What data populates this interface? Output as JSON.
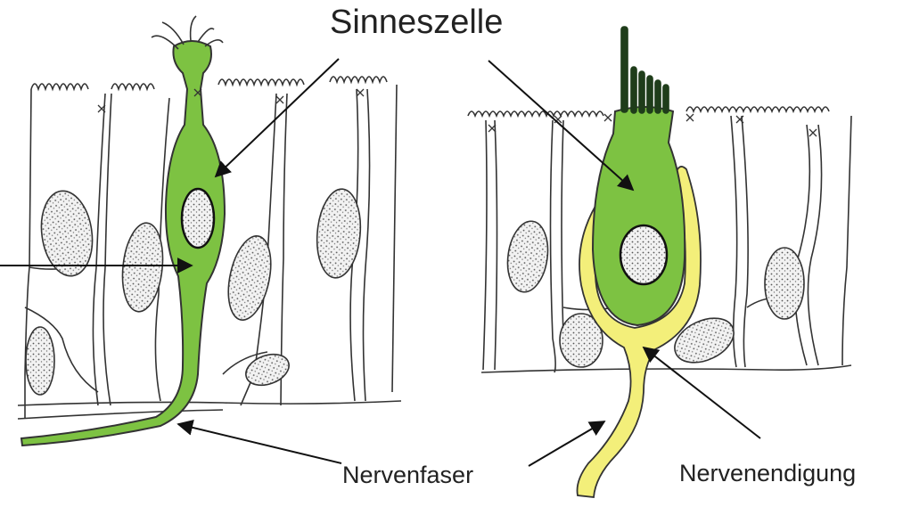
{
  "labels": {
    "sensory_cell": "Sinneszelle",
    "nerve_fiber": "Nervenfaser",
    "nerve_ending": "Nervenendigung"
  },
  "colors": {
    "sensory_cell_fill": "#7dc242",
    "nerve_ending_fill": "#f3ef7a",
    "outline": "#222222",
    "nucleus_fill": "#f2f2f2"
  }
}
